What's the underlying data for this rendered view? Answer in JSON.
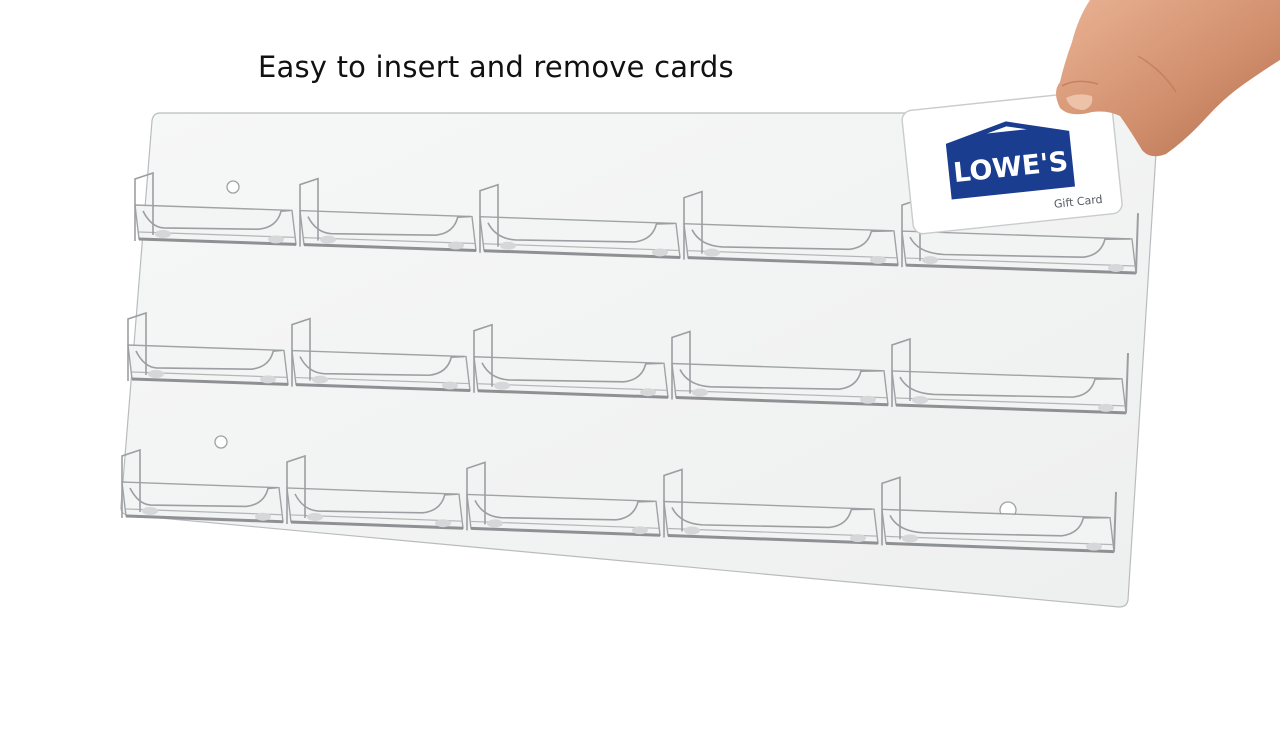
{
  "caption": "Easy to insert and remove cards",
  "gift_card": {
    "brand": "LOWE'S",
    "label": "Gift Card",
    "brand_color": "#1b3d8f"
  },
  "product": {
    "rows": 3,
    "pockets_per_row": 5,
    "material_color": "#f3f4f4",
    "edge_color": "#9c9fa2"
  }
}
